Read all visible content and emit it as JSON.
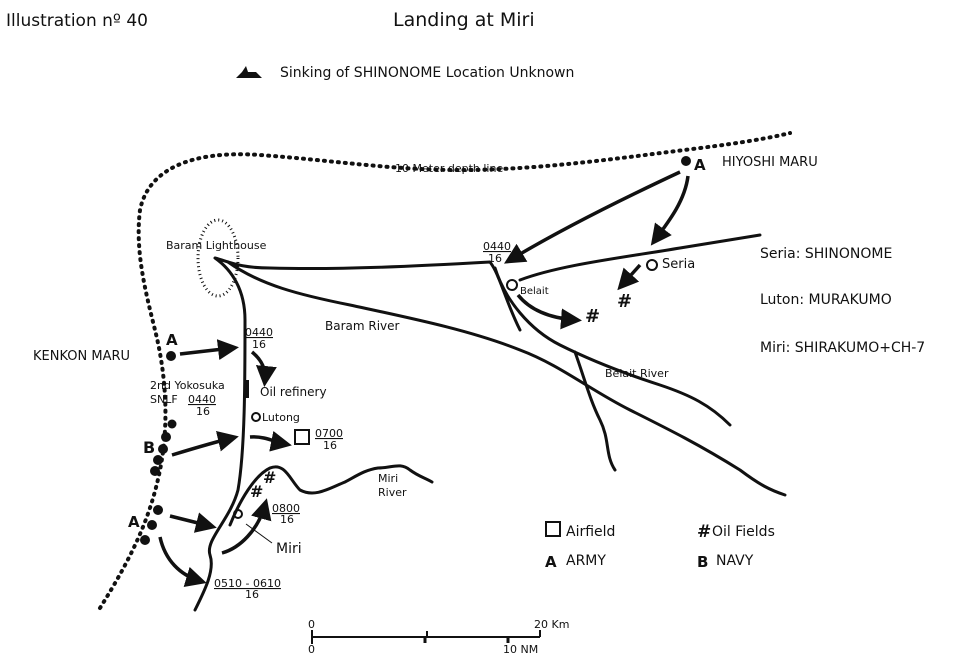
{
  "header": {
    "illustration": "Illustration nº 40",
    "title": "Landing at Miri"
  },
  "note": "Sinking of SHINONOME Location Unknown",
  "labels": {
    "depth_line": "10 Meter depth line",
    "hiyoshi": "HIYOSHI MARU",
    "kenken": "KENKON MARU",
    "lighthouse": "Baram Lighthouse",
    "baram_river": "Baram River",
    "belait_river": "Belait River",
    "belait": "Belait",
    "seria": "Seria",
    "yokosuka1": "2nd Yokosuka",
    "yokosuka2": "SNLF",
    "refinery": "Oil refinery",
    "lutong": "Lutong",
    "miri_river1": "Miri",
    "miri_river2": "River",
    "miri": "Miri",
    "army_a": "A",
    "navy_b": "B"
  },
  "times": [
    {
      "time": "0440",
      "day": "16"
    },
    {
      "time": "0440",
      "day": "16"
    },
    {
      "time": "0440",
      "day": "16"
    },
    {
      "time": "0700",
      "day": "16"
    },
    {
      "time": "0800",
      "day": "16"
    },
    {
      "time": "0510 - 0610",
      "day": "16"
    }
  ],
  "ships": [
    "Seria: SHINONOME",
    "Luton: MURAKUMO",
    "Miri: SHIRAKUMO+CH-7"
  ],
  "legend": {
    "airfield": "Airfield",
    "oil": "Oil Fields",
    "army": "ARMY",
    "navy": "NAVY",
    "army_sym": "A",
    "navy_sym": "B",
    "oil_sym": "#"
  },
  "scale": {
    "zero": "0",
    "km": "20 Km",
    "nm": "10 NM"
  }
}
